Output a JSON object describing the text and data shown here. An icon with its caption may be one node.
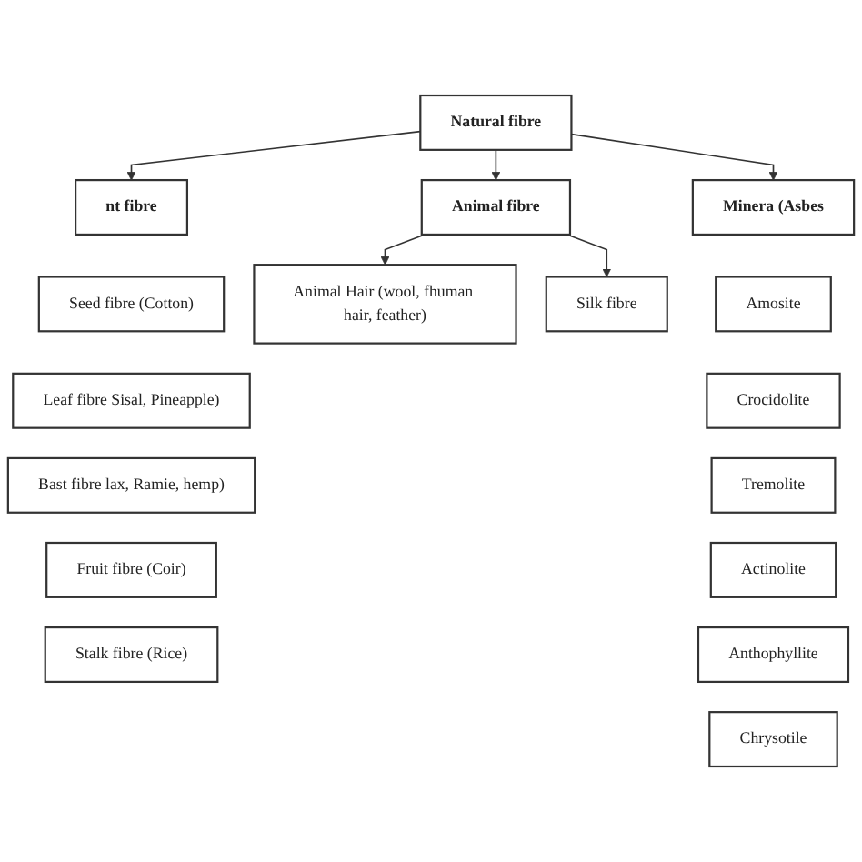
{
  "diagram": {
    "nodes": [
      {
        "text": [
          "Natural fibre"
        ]
      },
      {
        "text": [
          "nt fibre"
        ]
      },
      {
        "text": [
          "Animal fibre"
        ]
      },
      {
        "text": [
          "Minera (Asbes"
        ]
      },
      {
        "text": [
          "Seed fibre (Cotton)"
        ]
      },
      {
        "text": [
          "Leaf fibre Sisal, Pineapple)"
        ]
      },
      {
        "text": [
          "Bast fibre lax, Ramie, hemp)"
        ]
      },
      {
        "text": [
          "Fruit fibre (Coir)"
        ]
      },
      {
        "text": [
          "Stalk fibre (Rice)"
        ]
      },
      {
        "text": [
          "Animal Hair (wool, fhuman hair, feather)"
        ]
      },
      {
        "text": [
          "Silk fibre"
        ]
      },
      {
        "text": [
          "Amosite"
        ]
      },
      {
        "text": [
          "Crocidolite"
        ]
      },
      {
        "text": [
          "Tremolite"
        ]
      },
      {
        "text": [
          "Actinolite"
        ]
      },
      {
        "text": [
          "Anthophyllite"
        ]
      },
      {
        "text": [
          "Chrysotile"
        ]
      }
    ],
    "edges": [
      {
        "from": 0,
        "to": 1,
        "arrow": "to"
      },
      {
        "from": 0,
        "to": 2,
        "arrow": "to"
      },
      {
        "from": 0,
        "to": 3,
        "arrow": "to"
      },
      {
        "from": 2,
        "to": 9,
        "arrow": "to"
      },
      {
        "from": 2,
        "to": 10,
        "arrow": "to"
      }
    ]
  }
}
